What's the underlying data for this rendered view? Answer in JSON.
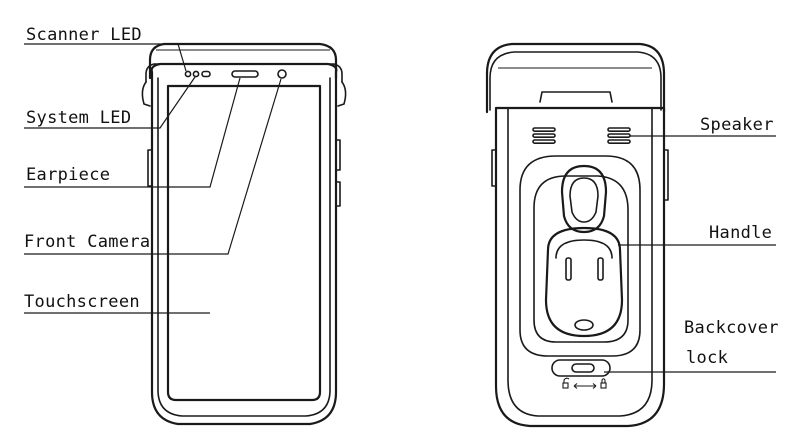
{
  "labels": {
    "scanner_led": "Scanner LED",
    "system_led": "System LED",
    "earpiece": "Earpiece",
    "front_camera": "Front Camera",
    "touchscreen": "Touchscreen",
    "speaker": "Speaker",
    "handle": "Handle",
    "backcover_line1": "Backcover",
    "backcover_line2": "lock"
  },
  "colors": {
    "line": "#1a1a1a",
    "background": "#ffffff"
  },
  "icons": {
    "unlock": "open-padlock-icon",
    "lock": "closed-padlock-icon",
    "direction": "double-arrow-icon"
  }
}
